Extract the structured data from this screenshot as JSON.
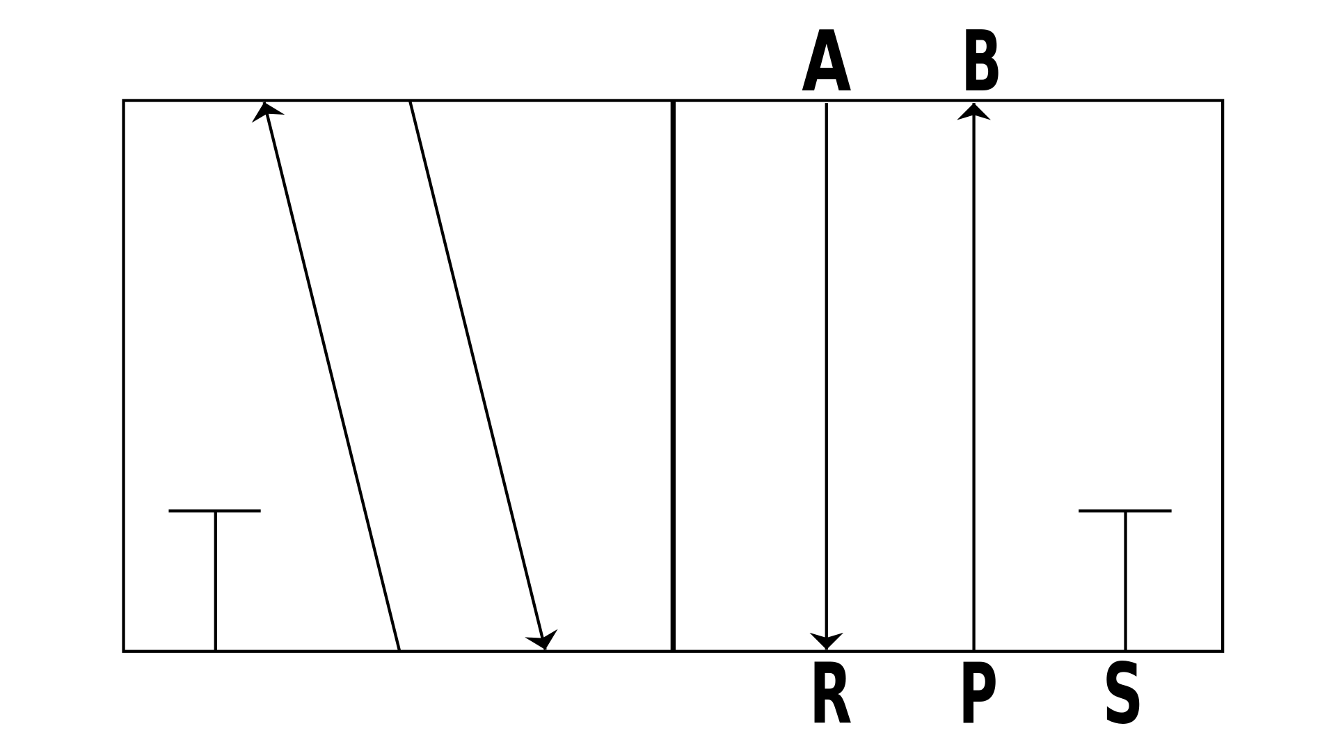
{
  "diagram": {
    "type": "pneumatic 5/2 directional valve symbol",
    "ports_top": [
      "A",
      "B"
    ],
    "ports_bottom": [
      "R",
      "P",
      "S"
    ],
    "colors": {
      "stroke": "#000000",
      "background": "#ffffff"
    }
  }
}
